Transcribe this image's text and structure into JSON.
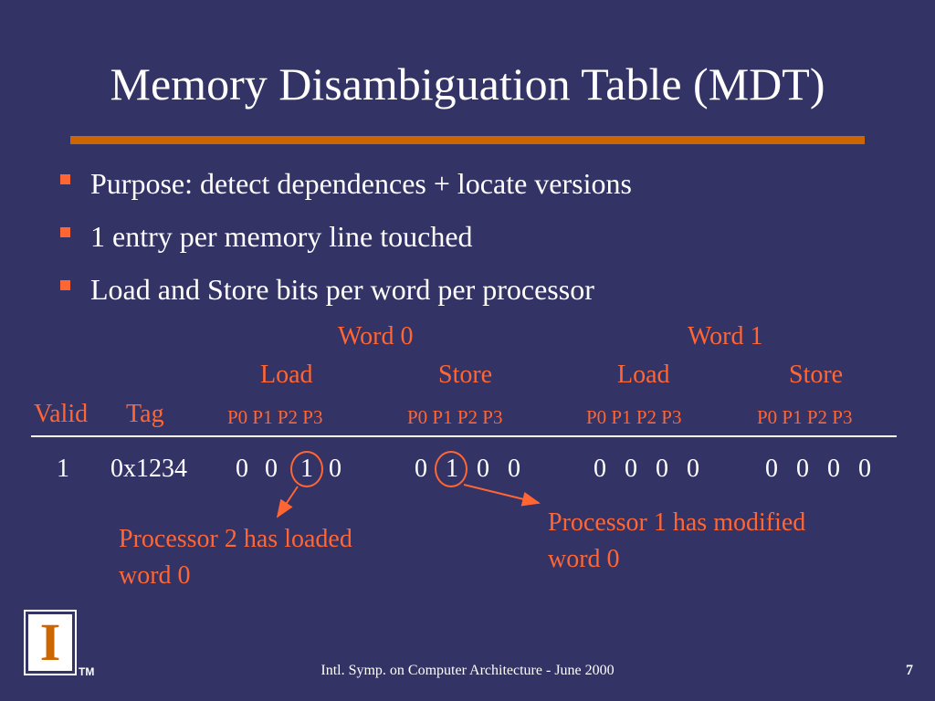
{
  "slide": {
    "title": "Memory Disambiguation Table (MDT)",
    "bullets": [
      "Purpose: detect dependences + locate versions",
      "1 entry per memory line touched",
      "Load and Store bits per word per processor"
    ]
  },
  "table": {
    "word_headers": [
      "Word 0",
      "Word 1"
    ],
    "bit_headers": [
      "Load",
      "Store",
      "Load",
      "Store"
    ],
    "col_valid": "Valid",
    "col_tag": "Tag",
    "proc_headers": [
      "P0 P1 P2 P3",
      "P0 P1 P2 P3",
      "P0 P1 P2 P3",
      "P0 P1 P2 P3"
    ],
    "row": {
      "valid": "1",
      "tag": "0x1234",
      "w0_load": [
        "0",
        "0",
        "1",
        "0"
      ],
      "w0_store": [
        "0",
        "1",
        "0",
        "0"
      ],
      "w1_load": [
        "0",
        "0",
        "0",
        "0"
      ],
      "w1_store": [
        "0",
        "0",
        "0",
        "0"
      ]
    }
  },
  "annotations": {
    "left": [
      "Processor 2 has loaded",
      "word 0"
    ],
    "right": [
      "Processor 1 has modified",
      "word 0"
    ]
  },
  "footer": {
    "logo_letter": "I",
    "tm": "TM",
    "conference": "Intl. Symp. on Computer Architecture - June 2000",
    "page": "7"
  },
  "colors": {
    "background": "#333366",
    "accent": "#ff6633",
    "rule": "#cc6600",
    "text": "#ffffff"
  }
}
